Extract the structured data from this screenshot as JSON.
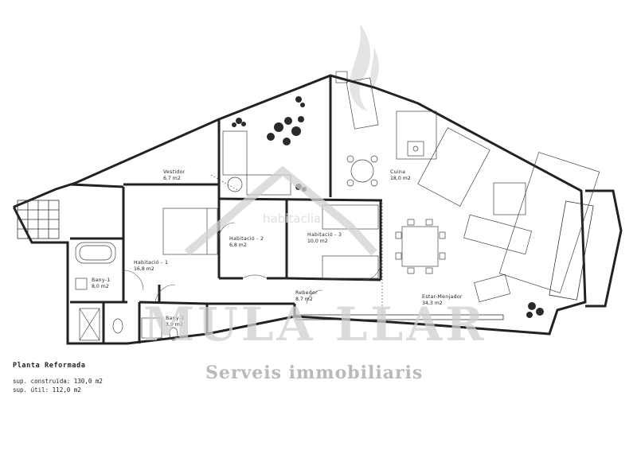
{
  "plan": {
    "title": "Planta Reformada",
    "surface_built": "sup. construïda: 130,0 m2",
    "surface_useful": "sup. útil: 112,0 m2"
  },
  "rooms": [
    {
      "key": "vestidor",
      "name": "Vestidor",
      "area": "6,7 m2"
    },
    {
      "key": "cuina",
      "name": "Cuina",
      "area": "18,0 m2"
    },
    {
      "key": "hab2",
      "name": "Habitació - 2",
      "area": "6,8 m2"
    },
    {
      "key": "hab3",
      "name": "Habitació - 3",
      "area": "10,0 m2"
    },
    {
      "key": "hab1",
      "name": "Habitació - 1",
      "area": "16,8 m2"
    },
    {
      "key": "bany1",
      "name": "Bany-1",
      "area": "8,0 m2"
    },
    {
      "key": "rebedor",
      "name": "Rebedor",
      "area": "8,7 m2"
    },
    {
      "key": "estar",
      "name": "Estar-Menjador",
      "area": "34,3 m2"
    },
    {
      "key": "bany2",
      "name": "Bany-2",
      "area": "3,9 m2"
    }
  ],
  "watermark": {
    "brand": "MULA LLAR",
    "tagline": "Serveis immobiliaris",
    "portal": "habitaclia"
  }
}
